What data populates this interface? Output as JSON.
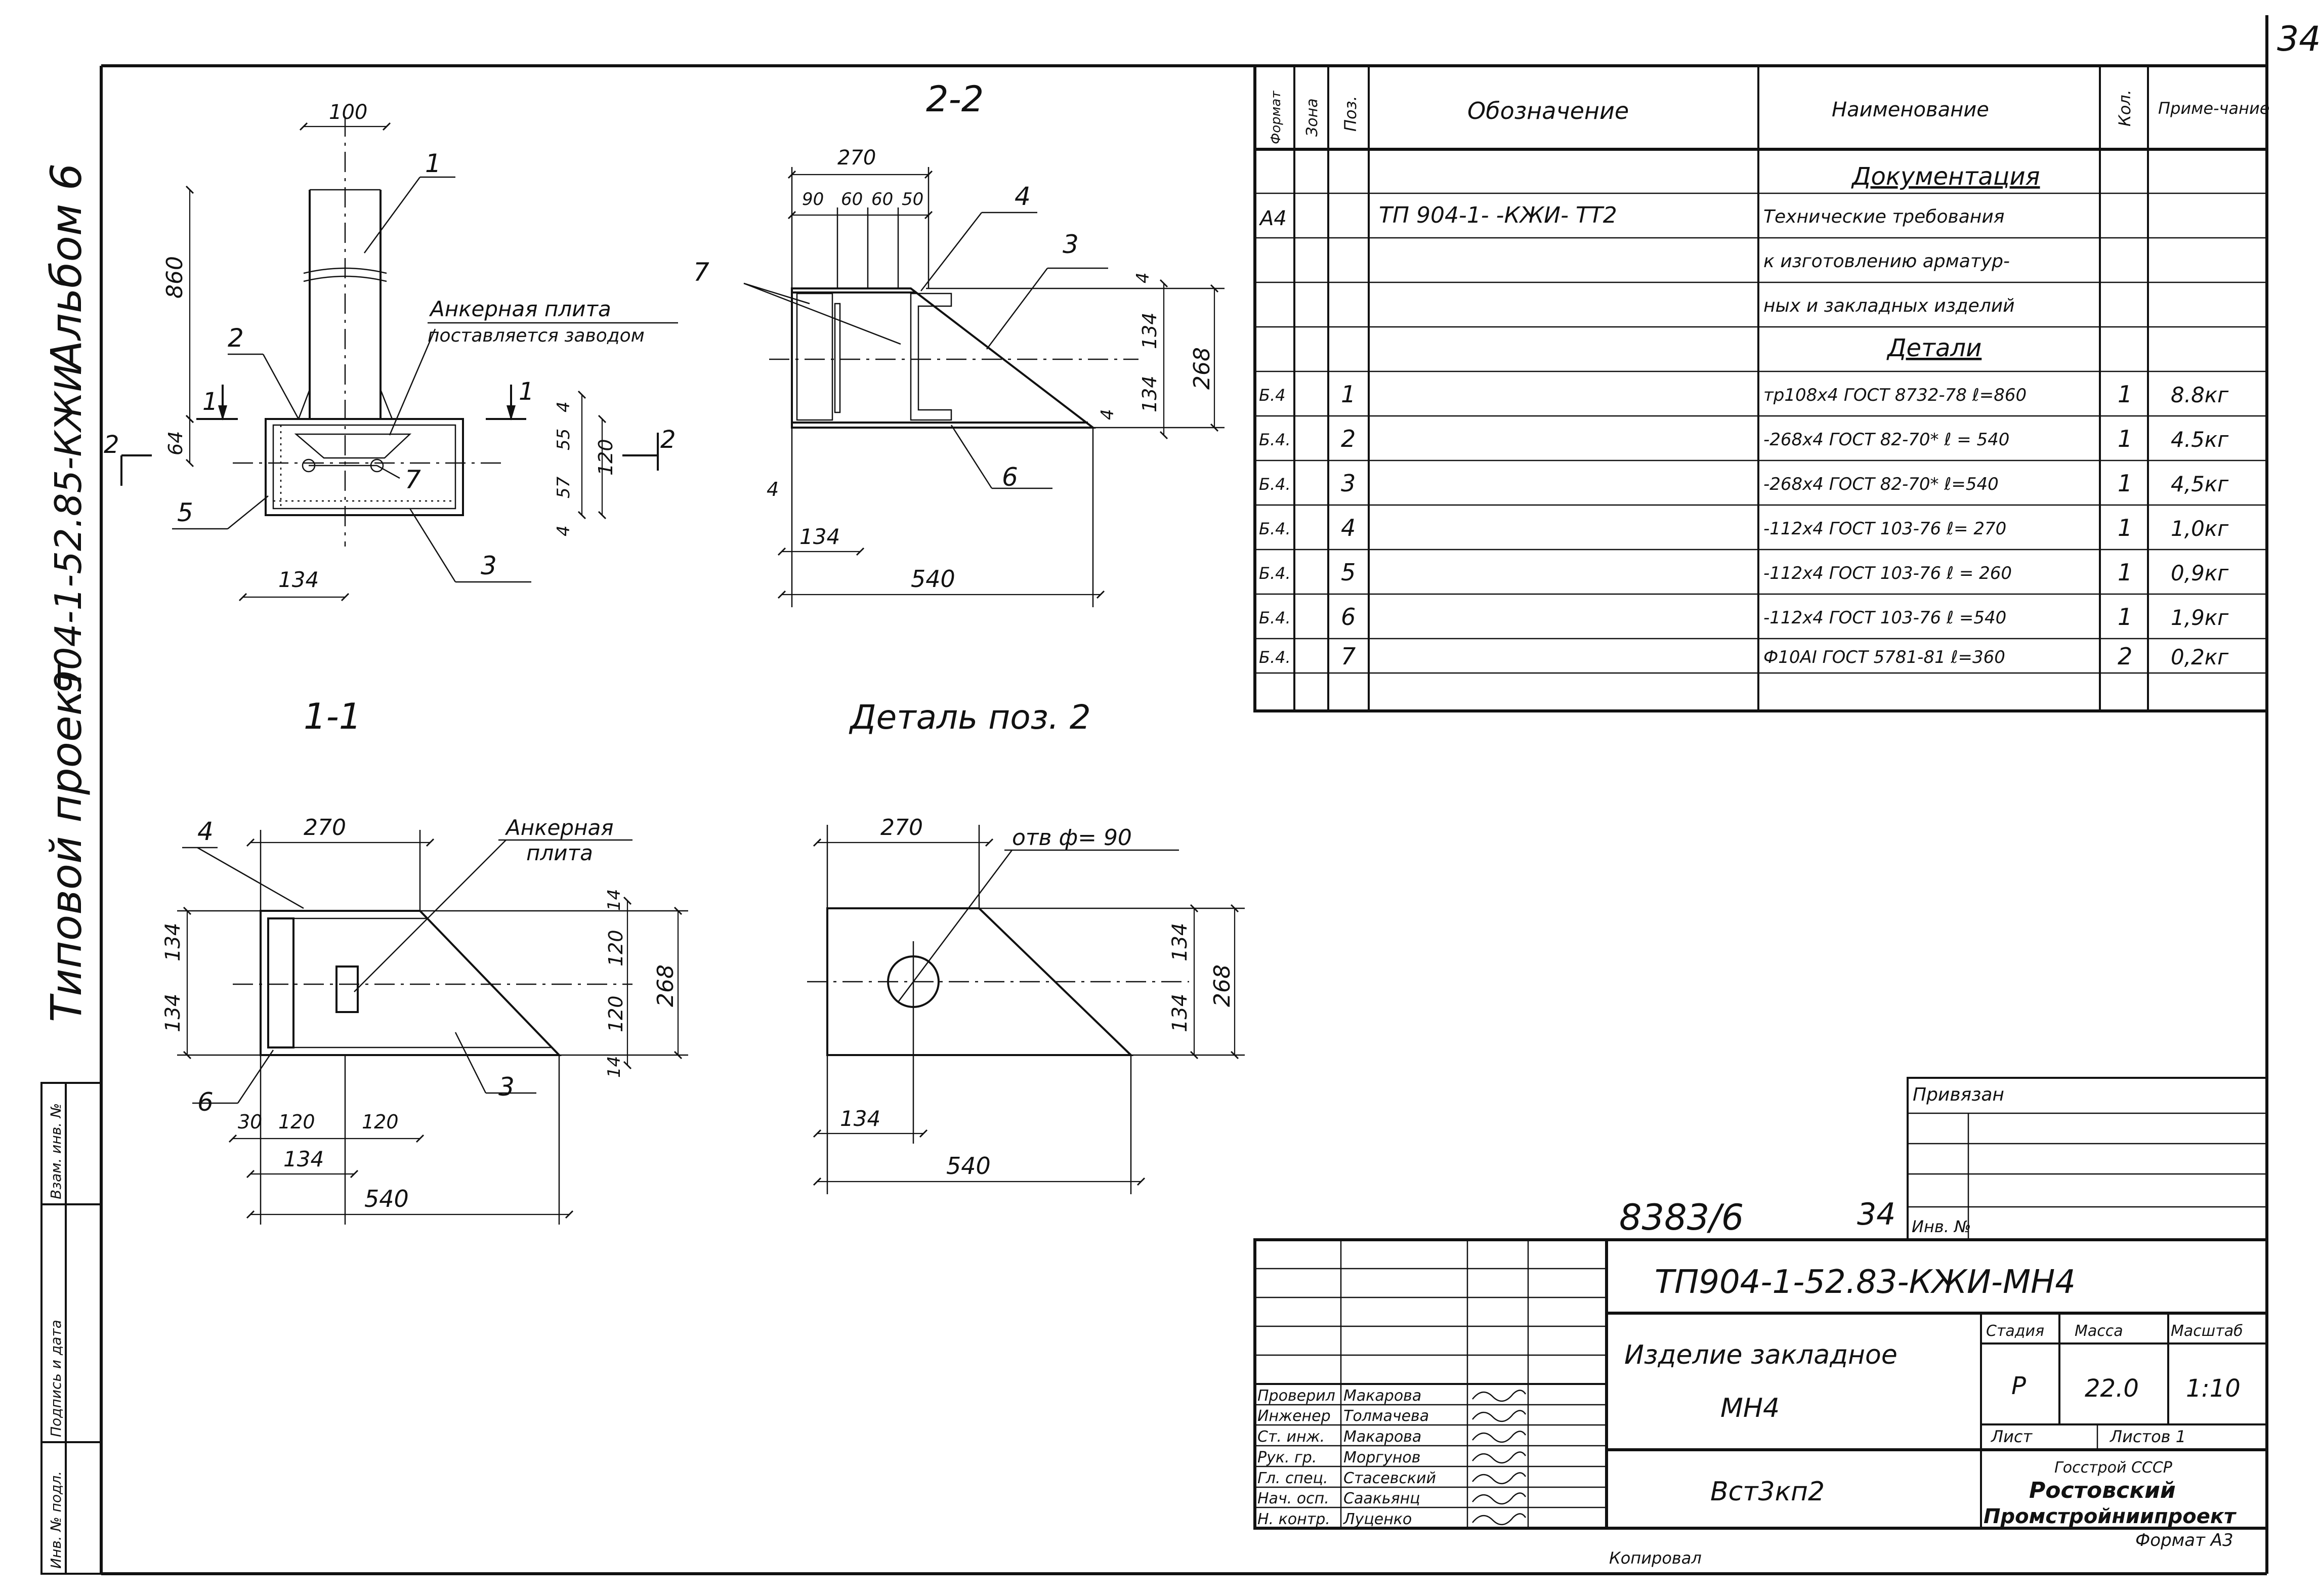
{
  "page_number": "34",
  "side_text": {
    "album": "Альбом 6",
    "project_code": "904-1-52.85-КЖИ",
    "project_prefix": "Типовой проект"
  },
  "left_stamp": [
    "Инв. № подл.",
    "Подпись и дата",
    "Взам. инв. №"
  ],
  "drawings": {
    "section_22": {
      "title": "2-2",
      "dims": [
        "270",
        "90",
        "60",
        "60",
        "50",
        "4",
        "134",
        "134",
        "268",
        "4",
        "4",
        "134",
        "540"
      ],
      "callouts": [
        "7",
        "4",
        "3",
        "6"
      ]
    },
    "main_view": {
      "dims": [
        "100",
        "860",
        "64",
        "4",
        "55",
        "120",
        "57",
        "4",
        "134"
      ],
      "callouts": [
        "1",
        "2",
        "5",
        "7",
        "3"
      ],
      "cut_marks": [
        "1",
        "1",
        "2",
        "2"
      ],
      "note_line1": "Анкерная плита",
      "note_line2": "поставляется заводом"
    },
    "section_11": {
      "title": "1-1",
      "dims": [
        "270",
        "134",
        "134",
        "14",
        "120",
        "120",
        "14",
        "268",
        "30",
        "120",
        "120",
        "134",
        "540"
      ],
      "callouts": [
        "4",
        "6",
        "3"
      ],
      "note_line1": "Анкерная",
      "note_line2": "плита"
    },
    "detail_2": {
      "title": "Деталь поз. 2",
      "dims": [
        "270",
        "134",
        "134",
        "268",
        "134",
        "540"
      ],
      "hole_note": "отв ф= 90"
    }
  },
  "spec_table": {
    "headers": [
      "Формат",
      "Зона",
      "Поз.",
      "Обозначение",
      "Наименование",
      "Кол.",
      "Приме-чание"
    ],
    "section_docs": "Документация",
    "doc_row": {
      "format": "А4",
      "designation": "ТП 904-1-    -КЖИ- ТТ2",
      "name_lines": [
        "Технические требования",
        "к изготовлению арматур-",
        "ных и закладных изделий"
      ]
    },
    "section_parts": "Детали",
    "rows": [
      {
        "format": "Б.4",
        "pos": "1",
        "name": "тр108х4 ГОСТ 8732-78  ℓ=860",
        "qty": "1",
        "note": "8.8кг"
      },
      {
        "format": "Б.4.",
        "pos": "2",
        "name": "-268х4 ГОСТ 82-70*  ℓ = 540",
        "qty": "1",
        "note": "4.5кг"
      },
      {
        "format": "Б.4.",
        "pos": "3",
        "name": "-268х4 ГОСТ 82-70*  ℓ=540",
        "qty": "1",
        "note": "4,5кг"
      },
      {
        "format": "Б.4.",
        "pos": "4",
        "name": "-112х4 ГОСТ 103-76  ℓ= 270",
        "qty": "1",
        "note": "1,0кг"
      },
      {
        "format": "Б.4.",
        "pos": "5",
        "name": "-112х4 ГОСТ 103-76  ℓ = 260",
        "qty": "1",
        "note": "0,9кг"
      },
      {
        "format": "Б.4.",
        "pos": "6",
        "name": "-112х4 ГОСТ 103-76  ℓ =540",
        "qty": "1",
        "note": "1,9кг"
      },
      {
        "format": "Б.4.",
        "pos": "7",
        "name": "Ф10АI ГОСТ 5781-81  ℓ=360",
        "qty": "2",
        "note": "0,2кг"
      }
    ]
  },
  "binding": {
    "label": "Привязан",
    "inv_label": "Инв. №",
    "archive_no": "8383/6",
    "sheet_ref": "34"
  },
  "title_block": {
    "code": "ТП904-1-52.83-КЖИ-МН4",
    "name_line1": "Изделие закладное",
    "name_line2": "МН4",
    "material": "Вст3кп2",
    "stage_label": "Стадия",
    "mass_label": "Масса",
    "scale_label": "Масштаб",
    "stage": "Р",
    "mass": "22.0",
    "scale": "1:10",
    "sheet_label": "Лист",
    "sheets_label": "Листов 1",
    "org_line1": "Госстрой СССР",
    "org_line2": "Ростовский",
    "org_line3": "Промстройниипроект",
    "format_label": "Формат А3",
    "copied_label": "Копировал",
    "staff": [
      {
        "role": "Проверил",
        "name": "Макарова"
      },
      {
        "role": "Инженер",
        "name": "Толмачева"
      },
      {
        "role": "Ст. инж.",
        "name": "Макарова"
      },
      {
        "role": "Рук. гр.",
        "name": "Моргунов"
      },
      {
        "role": "Гл. спец.",
        "name": "Стасевский"
      },
      {
        "role": "Нач. осп.",
        "name": "Саакьянц"
      },
      {
        "role": "Н. контр.",
        "name": "Луценко"
      }
    ]
  }
}
